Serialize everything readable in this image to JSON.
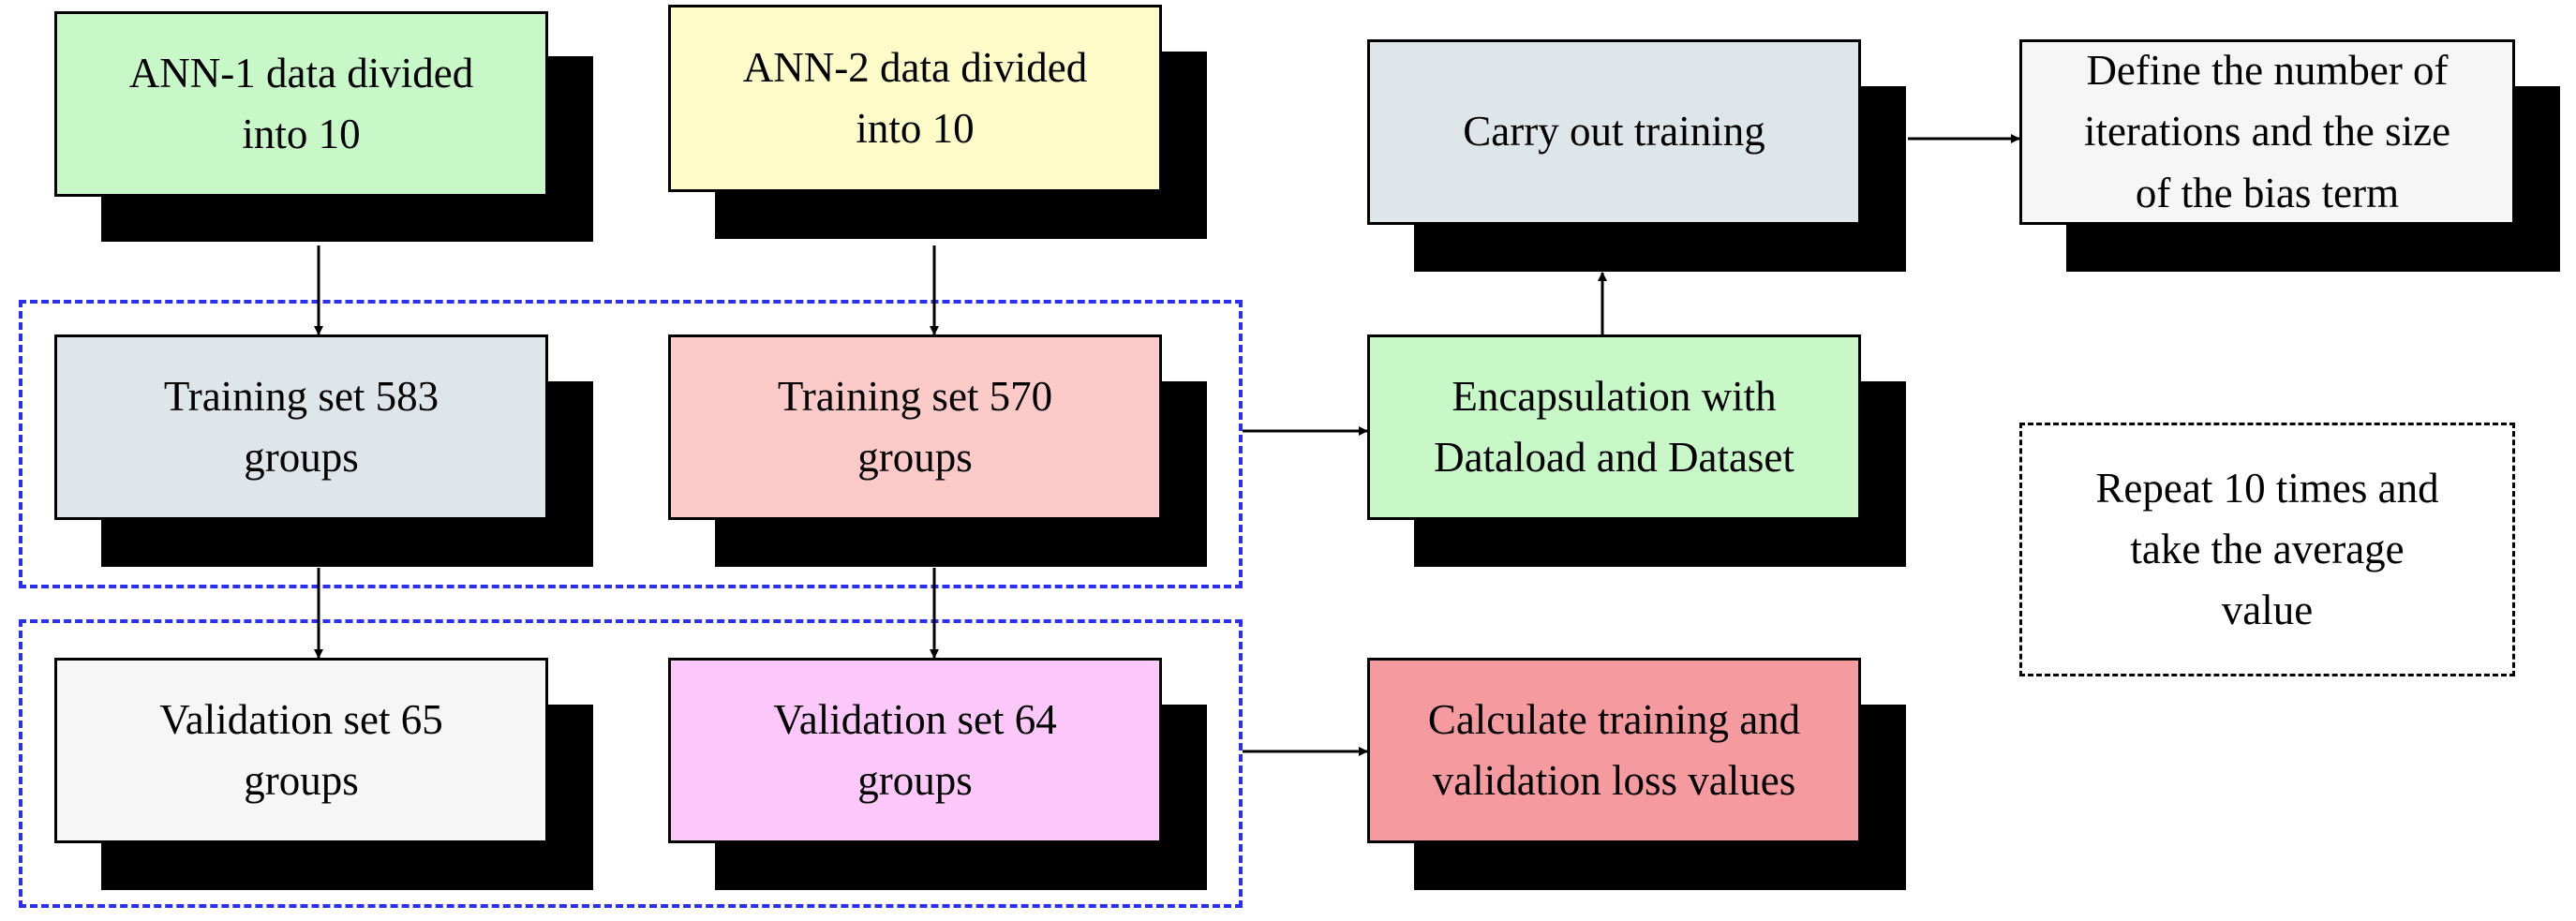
{
  "nodes": {
    "ann1_data": {
      "label": "ANN-1 data divided\ninto 10",
      "fill": "#c8f8c8"
    },
    "ann2_data": {
      "label": "ANN-2 data divided\ninto 10",
      "fill": "#fdfcc8"
    },
    "train_583": {
      "label": "Training set 583\ngroups",
      "fill": "#dfe6ea"
    },
    "train_570": {
      "label": "Training set 570\ngroups",
      "fill": "#fdcaca"
    },
    "val_65": {
      "label": "Validation set 65\ngroups",
      "fill": "#f6f6f6"
    },
    "val_64": {
      "label": "Validation set 64\ngroups",
      "fill": "#fcc8fa"
    },
    "encapsulation": {
      "label": "Encapsulation with\nDataload and Dataset",
      "fill": "#c8f8c8"
    },
    "carry_out_training": {
      "label": "Carry out training",
      "fill": "#dfe6ea"
    },
    "define_iterations": {
      "label": "Define the number of\niterations and the size\nof the bias term",
      "fill": "#f6f6f6"
    },
    "calculate_loss": {
      "label": "Calculate training and\nvalidation loss values",
      "fill": "#f59a9f"
    }
  },
  "note": {
    "label": "Repeat 10 times and\ntake the average\nvalue"
  },
  "colors": {
    "group_border": "#2a2ff2",
    "arrow": "#000000",
    "shadow": "#000000"
  }
}
